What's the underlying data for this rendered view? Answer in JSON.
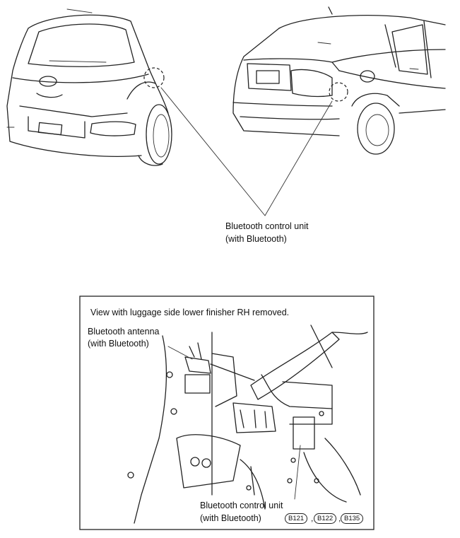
{
  "top_callout": {
    "line1": "Bluetooth control unit",
    "line2": "(with Bluetooth)"
  },
  "detail_box": {
    "view_note": "View with luggage side lower finisher RH removed.",
    "antenna_label_line1": "Bluetooth antenna",
    "antenna_label_line2": "(with Bluetooth)",
    "unit_label_line1": "Bluetooth control unit",
    "unit_label_line2": "(with Bluetooth)",
    "connectors": [
      "B121",
      "B122",
      "B135"
    ],
    "separator": ","
  },
  "icons": {
    "hatchback": "hatchback-rear-view-illustration",
    "sedan": "sedan-rear-view-illustration",
    "interior": "luggage-side-interior-illustration"
  }
}
